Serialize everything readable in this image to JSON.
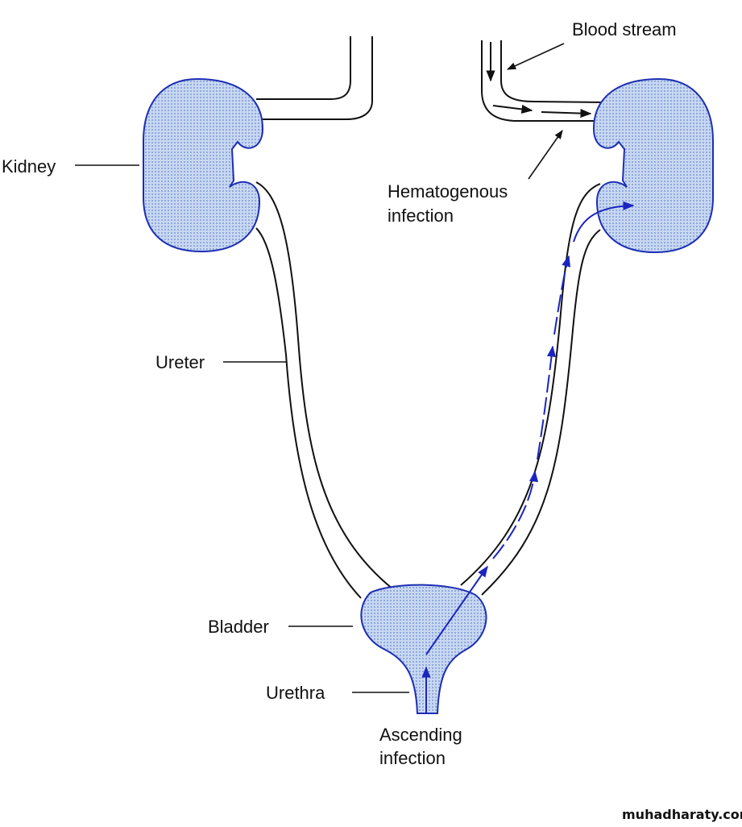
{
  "labels": {
    "kidney": "Kidney",
    "ureter": "Ureter",
    "bladder": "Bladder",
    "urethra": "Urethra",
    "ascending_line1": "Ascending",
    "ascending_line2": "infection",
    "hematogenous_line1": "Hematogenous",
    "hematogenous_line2": "infection",
    "blood_stream": "Blood stream"
  },
  "watermark": "muhadharaty.com",
  "colors": {
    "organ_fill": "#b9cdee",
    "organ_stroke": "#1c2eb4",
    "infection_arrow": "#1a25c0",
    "line": "#111111"
  }
}
